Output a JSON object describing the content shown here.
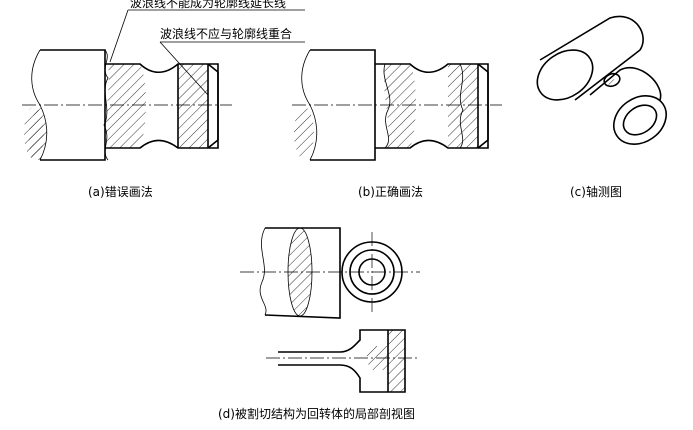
{
  "figure": {
    "annotation_top": "波浪线不能成为轮廓线延长线",
    "annotation_mid": "波浪线不应与轮廓线重合",
    "caption_a": "(a)错误画法",
    "caption_b": "(b)正确画法",
    "caption_c": "(c)轴测图",
    "caption_d": "(d)被割切结构为回转体的局部剖视图"
  }
}
